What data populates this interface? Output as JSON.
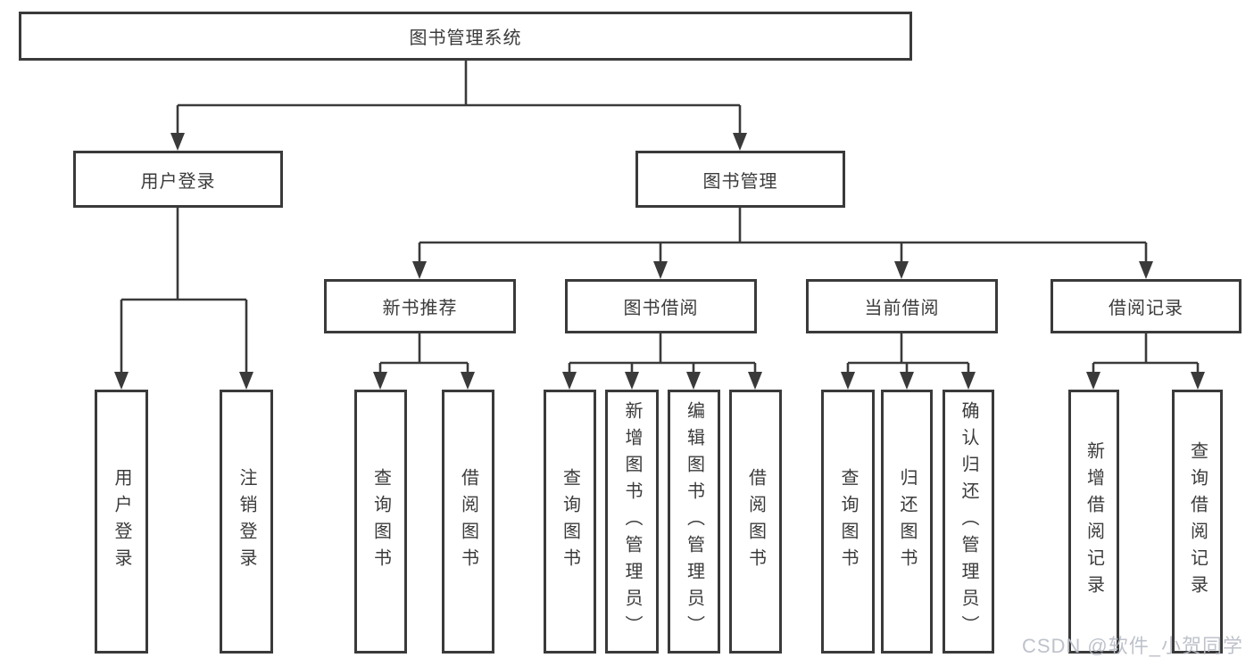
{
  "diagram": {
    "line_color": "#3a3a3a",
    "root": {
      "label": "图书管理系统"
    },
    "level2": [
      {
        "id": "user-login",
        "label": "用户登录"
      },
      {
        "id": "book-management",
        "label": "图书管理"
      }
    ],
    "level3": [
      {
        "id": "new-book-recommend",
        "label": "新书推荐"
      },
      {
        "id": "book-borrowing",
        "label": "图书借阅"
      },
      {
        "id": "current-borrowing",
        "label": "当前借阅"
      },
      {
        "id": "borrowing-records",
        "label": "借阅记录"
      }
    ],
    "leaves": [
      {
        "id": "user-login-leaf",
        "label": "用户登录"
      },
      {
        "id": "logout-leaf",
        "label": "注销登录"
      },
      {
        "id": "query-book-1",
        "label": "查询图书"
      },
      {
        "id": "borrow-book-1",
        "label": "借阅图书"
      },
      {
        "id": "query-book-2",
        "label": "查询图书"
      },
      {
        "id": "add-book-admin",
        "label": "新增图书（管理员）"
      },
      {
        "id": "edit-book-admin",
        "label": "编辑图书（管理员）"
      },
      {
        "id": "borrow-book-2",
        "label": "借阅图书"
      },
      {
        "id": "query-book-3",
        "label": "查询图书"
      },
      {
        "id": "return-book",
        "label": "归还图书"
      },
      {
        "id": "confirm-return-admin",
        "label": "确认归还（管理员）"
      },
      {
        "id": "add-borrow-record",
        "label": "新增借阅记录"
      },
      {
        "id": "query-borrow-record",
        "label": "查询借阅记录"
      }
    ]
  },
  "watermark": {
    "text": "CSDN @软件_小贺同学",
    "color": "#b9bdc7"
  }
}
